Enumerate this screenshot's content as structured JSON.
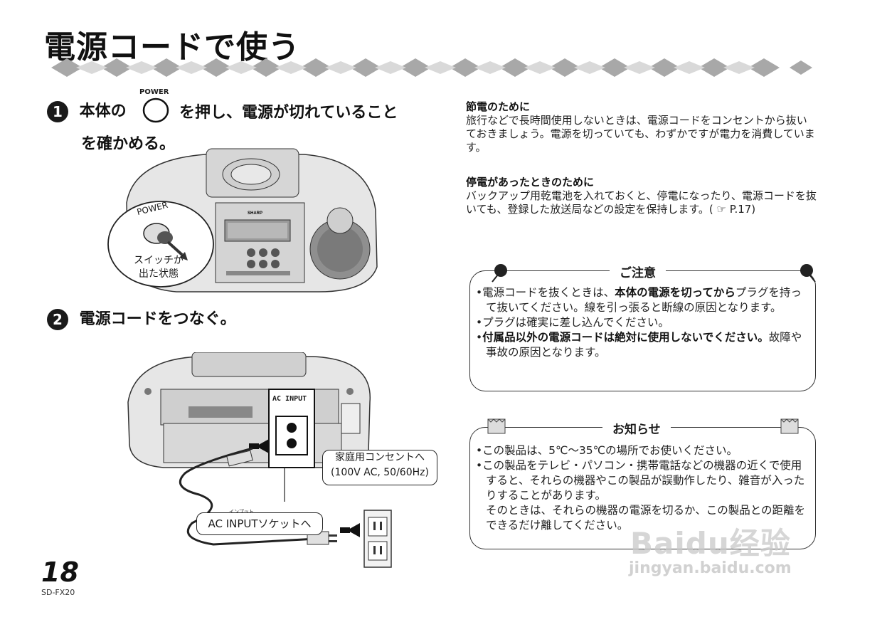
{
  "title": "電源コードで使う",
  "step1": {
    "number": "1",
    "text_a": "本体の",
    "power_label": "POWER",
    "text_b": "を押し、電源が切れていること",
    "text_c": "を確かめる。",
    "callout_power": "POWER",
    "callout_line1": "スイッチが",
    "callout_line2": "出た状態",
    "brand": "SHARP"
  },
  "step2": {
    "number": "2",
    "text": "電源コードをつなぐ。",
    "ac_input_label": "AC INPUT",
    "outlet_line1": "家庭用コンセントへ",
    "outlet_line2": "(100V AC, 50/60Hz)",
    "socket_ruby": "インプット",
    "socket_label": "AC INPUTソケットへ"
  },
  "save_power": {
    "heading": "節電のために",
    "body": "旅行などで長時間使用しないときは、電源コードをコンセントから抜いておきましょう。電源を切っていても、わずかですが電力を消費しています。"
  },
  "blackout": {
    "heading": "停電があったときのために",
    "body": "バックアップ用乾電池を入れておくと、停電になったり、電源コードを抜いても、登録した放送局などの設定を保持します。(",
    "ref": "P.17)"
  },
  "caution": {
    "title": "ご注意",
    "item1_a": "電源コードを抜くときは、",
    "item1_bold": "本体の電源を切ってから",
    "item1_b": "プラグを持って抜いてください。線を引っ張ると断線の原因となります。",
    "item2": "プラグは確実に差し込んでください。",
    "item3_bold": "付属品以外の電源コードは絶対に使用しないでください。",
    "item3_b": "故障や事故の原因となります。"
  },
  "notice": {
    "title": "お知らせ",
    "item1": "この製品は、5℃～35℃の場所でお使いください。",
    "item2": "この製品をテレビ・パソコン・携帯電話などの機器の近くで使用すると、それらの機器やこの製品が誤動作したり、雑音が入ったりすることがあります。",
    "item2_b": "そのときは、それらの機器の電源を切るか、この製品との距離をできるだけ離してください。"
  },
  "page_number": "18",
  "model": "SD-FX20",
  "watermark": {
    "line1": "Baidu经验",
    "line2": "jingyan.baidu.com"
  }
}
